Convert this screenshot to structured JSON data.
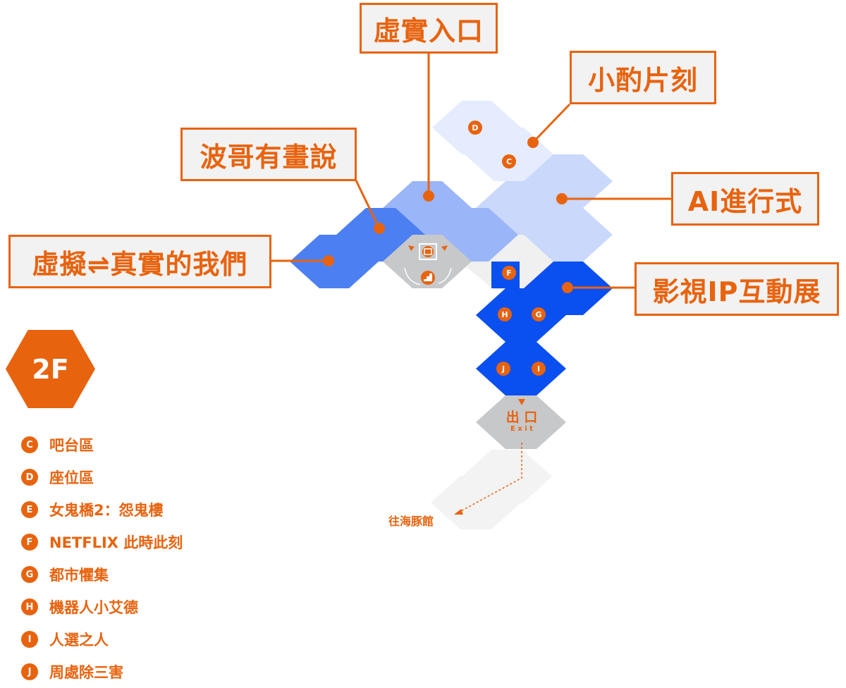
{
  "colors": {
    "accent": "#e8630e",
    "hex_blue_deep": "#0a4ff0",
    "hex_blue_mid": "#4c7ff2",
    "hex_blue_light": "#9ab5f8",
    "hex_blue_pale": "#c9d8fb",
    "hex_blue_faint": "#e4ecfd",
    "hex_gray": "#c6c8ca",
    "hex_gray_faint": "#f0f0f1"
  },
  "callouts": {
    "virtual_entrance": "虛實入口",
    "xiao_zhuo": "小酌片刻",
    "bo_ge": "波哥有畫說",
    "ai_ritual": "AI進行式",
    "virtual_real_us": "虛擬⇌真實的我們",
    "film_ip": "影視IP互動展"
  },
  "floor": "2F",
  "map": {
    "exit_label_cn": "出 口",
    "exit_label_en": "E x i t",
    "aquarium_label": "往海豚館",
    "markers": {
      "c": "C",
      "d": "D",
      "f": "F",
      "g": "G",
      "h": "H",
      "i": "I",
      "j": "J"
    },
    "icons": [
      "entrance-icon",
      "stairs-icon"
    ]
  },
  "legend": [
    {
      "key": "C",
      "label": "吧台區"
    },
    {
      "key": "D",
      "label": "座位區"
    },
    {
      "key": "E",
      "label": "女鬼橋2：怨鬼樓"
    },
    {
      "key": "F",
      "label": "NETFLIX 此時此刻"
    },
    {
      "key": "G",
      "label": "都市懼集"
    },
    {
      "key": "H",
      "label": "機器人小艾德"
    },
    {
      "key": "I",
      "label": "人選之人"
    },
    {
      "key": "J",
      "label": "周處除三害"
    }
  ]
}
